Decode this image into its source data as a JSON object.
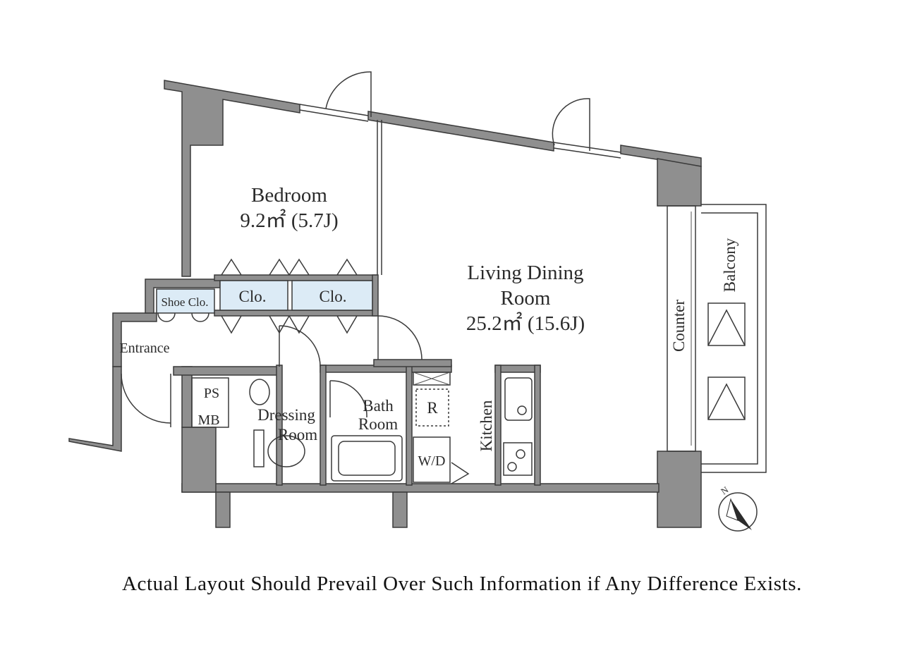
{
  "rooms": {
    "bedroom": {
      "name": "Bedroom",
      "area": "9.2㎡ (5.7J)"
    },
    "living": {
      "name_line1": "Living Dining",
      "name_line2": "Room",
      "area": "25.2㎡ (15.6J)"
    },
    "closet_1": "Clo.",
    "closet_2": "Clo.",
    "shoe_closet": "Shoe Clo.",
    "entrance": "Entrance",
    "ps": "PS",
    "mb": "MB",
    "dressing": {
      "line1": "Dressing",
      "line2": "Room"
    },
    "bath": {
      "line1": "Bath",
      "line2": "Room"
    },
    "refrigerator": "R",
    "washer_dryer": "W/D",
    "kitchen": "Kitchen",
    "counter": "Counter",
    "balcony": "Balcony"
  },
  "compass": {
    "north": "N"
  },
  "disclaimer": "Actual Layout Should Prevail Over Such Information if Any Difference Exists.",
  "colors": {
    "wall": "#8f8f8f",
    "closet_fill": "#dcebf6",
    "line": "#3a3a3a"
  }
}
